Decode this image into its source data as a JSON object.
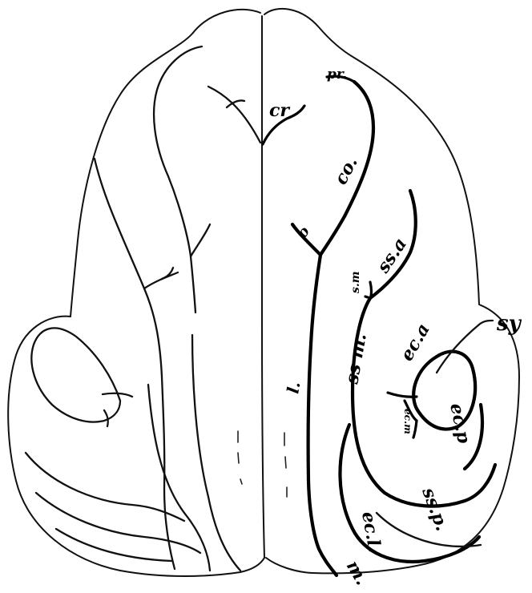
{
  "labels": {
    "pr": "pr.",
    "cr": "cr",
    "co": "co.",
    "o": "o",
    "ssa": "ss.a",
    "ssm_small": "s.m",
    "ssm": "ss m.",
    "l": "l.",
    "sy": "sy",
    "eca": "ec.a",
    "ecm": "ec.m",
    "ecp": "ec.p",
    "ssp": "ss.p.",
    "ecl": "ec.l.",
    "m": "m."
  }
}
